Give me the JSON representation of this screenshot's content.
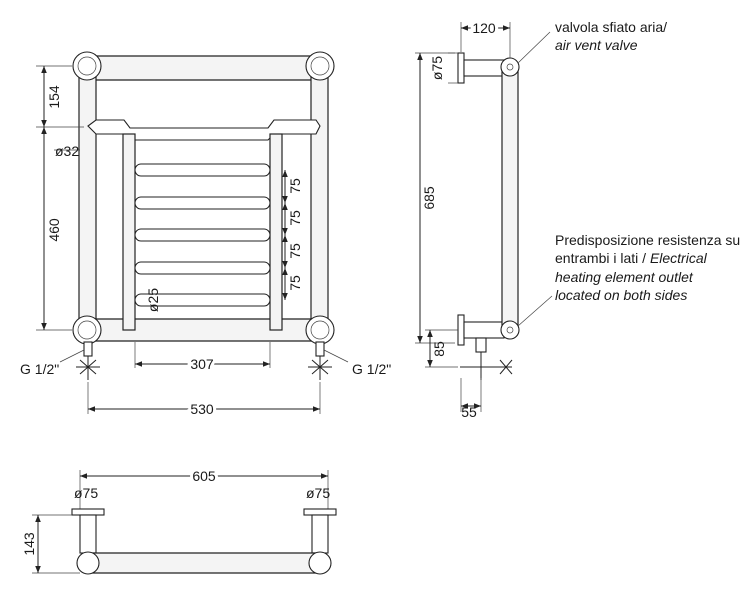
{
  "dims": {
    "front_top": "154",
    "front_dia_rail": "ø32",
    "front_height": "460",
    "front_spacing": [
      "75",
      "75",
      "75",
      "75"
    ],
    "front_bar_dia": "ø25",
    "front_inner_width": "307",
    "front_width": "530",
    "thread_left": "G 1/2\"",
    "thread_right": "G 1/2\"",
    "side_offset": "120",
    "side_flange_dia": "ø75",
    "side_height": "685",
    "side_bottom": "85",
    "side_depth": "55",
    "top_width": "605",
    "top_flange_left": "ø75",
    "top_flange_right": "ø75",
    "top_depth": "143"
  },
  "notes": {
    "air_vent_line1": "valvola sfiato aria/",
    "air_vent_line2": "air vent valve",
    "heating_line1": "Predisposizione resistenza su",
    "heating_line2_plain": "entrambi i lati / ",
    "heating_line2_italic": "Electrical",
    "heating_line3": "heating element outlet",
    "heating_line4": "located on both sides"
  }
}
